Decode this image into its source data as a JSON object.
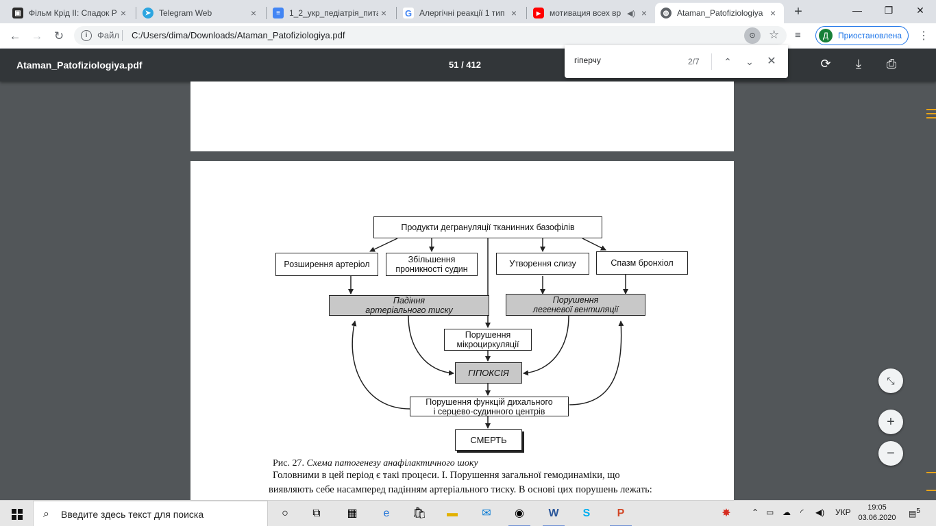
{
  "browser": {
    "tabs": [
      {
        "label": "Фільм Крід II: Спадок Р",
        "icon": "film-icon",
        "color": "#2b2b2b"
      },
      {
        "label": "Telegram Web",
        "icon": "telegram-icon",
        "color": "#2ca5e0"
      },
      {
        "label": "1_2_укр_педіатрія_пита",
        "icon": "docs-icon",
        "color": "#4285f4"
      },
      {
        "label": "Алергічні реакції 1 тип",
        "icon": "google-icon",
        "color": "#ffffff"
      },
      {
        "label": "мотивация всех вр",
        "icon": "youtube-icon",
        "color": "#ff0000"
      },
      {
        "label": "Ataman_Patofiziologiya",
        "icon": "globe-icon",
        "color": "#5f6368",
        "active": true
      }
    ],
    "new_tab_symbol": "+",
    "address": {
      "scheme_label": "Файл",
      "url": "C:/Users/dima/Downloads/Ataman_Patofiziologiya.pdf"
    },
    "profile": {
      "initial": "Д",
      "label": "Приостановлена"
    }
  },
  "pdf": {
    "filename": "Ataman_Patofiziologiya.pdf",
    "page_indicator": "51 / 412"
  },
  "find": {
    "query": "гіперчу",
    "count": "2/7"
  },
  "diagram": {
    "top": "Продукти дегрануляції тканинних базофілів",
    "b1": "Розширення артеріол",
    "b2a": "Збільшення",
    "b2b": "проникності судин",
    "b3": "Утворення слизу",
    "b4": "Спазм бронхіол",
    "g1a": "Падіння",
    "g1b": "артеріального тиску",
    "g2a": "Порушення",
    "g2b": "легеневої вентиляції",
    "mica": "Порушення",
    "micb": "мікроциркуляції",
    "hyp": "ГІПОКСІЯ",
    "funa": "Порушення функцій дихального",
    "funb": "і серцево-судинного центрів",
    "death": "СМЕРТЬ"
  },
  "text": {
    "caption_prefix": "Рис. 27.",
    "caption_title": "Схема патогенезу анафілактичного шоку",
    "line1": "Головними в цей період є такі процеси. І. Порушення загальної гемодинаміки, що",
    "line2": "виявляють себе насамперед падінням артеріального тиску. В основі цих порушень лежать:"
  },
  "taskbar": {
    "search_placeholder": "Введите здесь текст для поиска",
    "lang": "УКР",
    "time": "19:05",
    "date": "03.06.2020",
    "notifications": "5"
  }
}
